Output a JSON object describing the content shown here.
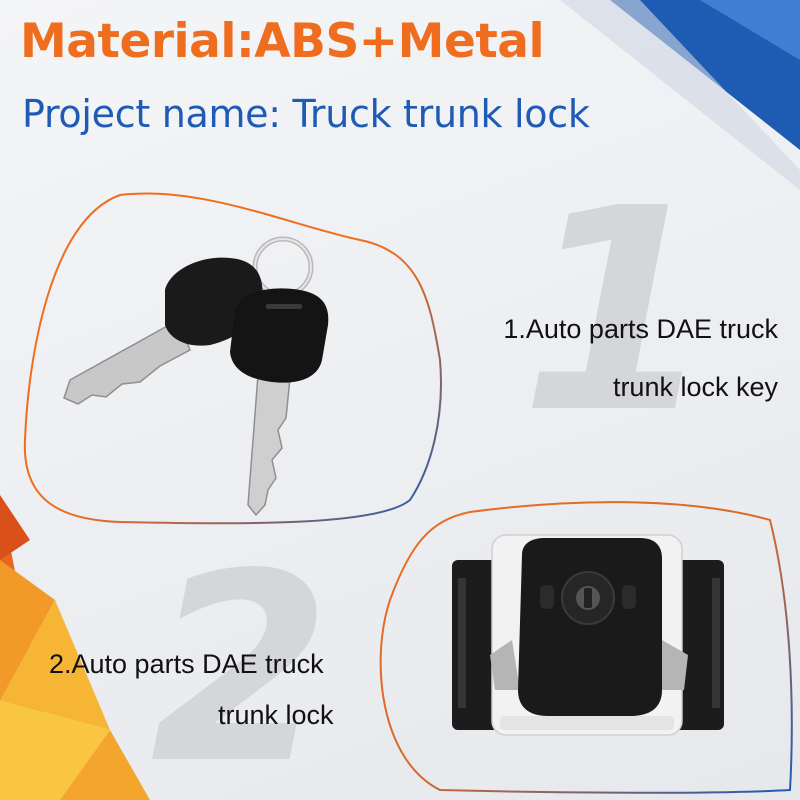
{
  "header": {
    "material": "Material:ABS+Metal",
    "project": "Project name: Truck trunk lock"
  },
  "items": [
    {
      "number": "1",
      "line1": "1.Auto parts DAE truck",
      "line2": "trunk lock key"
    },
    {
      "number": "2",
      "line1": "2.Auto parts DAE truck",
      "line2": "trunk lock"
    }
  ],
  "colors": {
    "orange": "#ee6d1f",
    "blue": "#1f5bb4",
    "black": "#111111"
  }
}
